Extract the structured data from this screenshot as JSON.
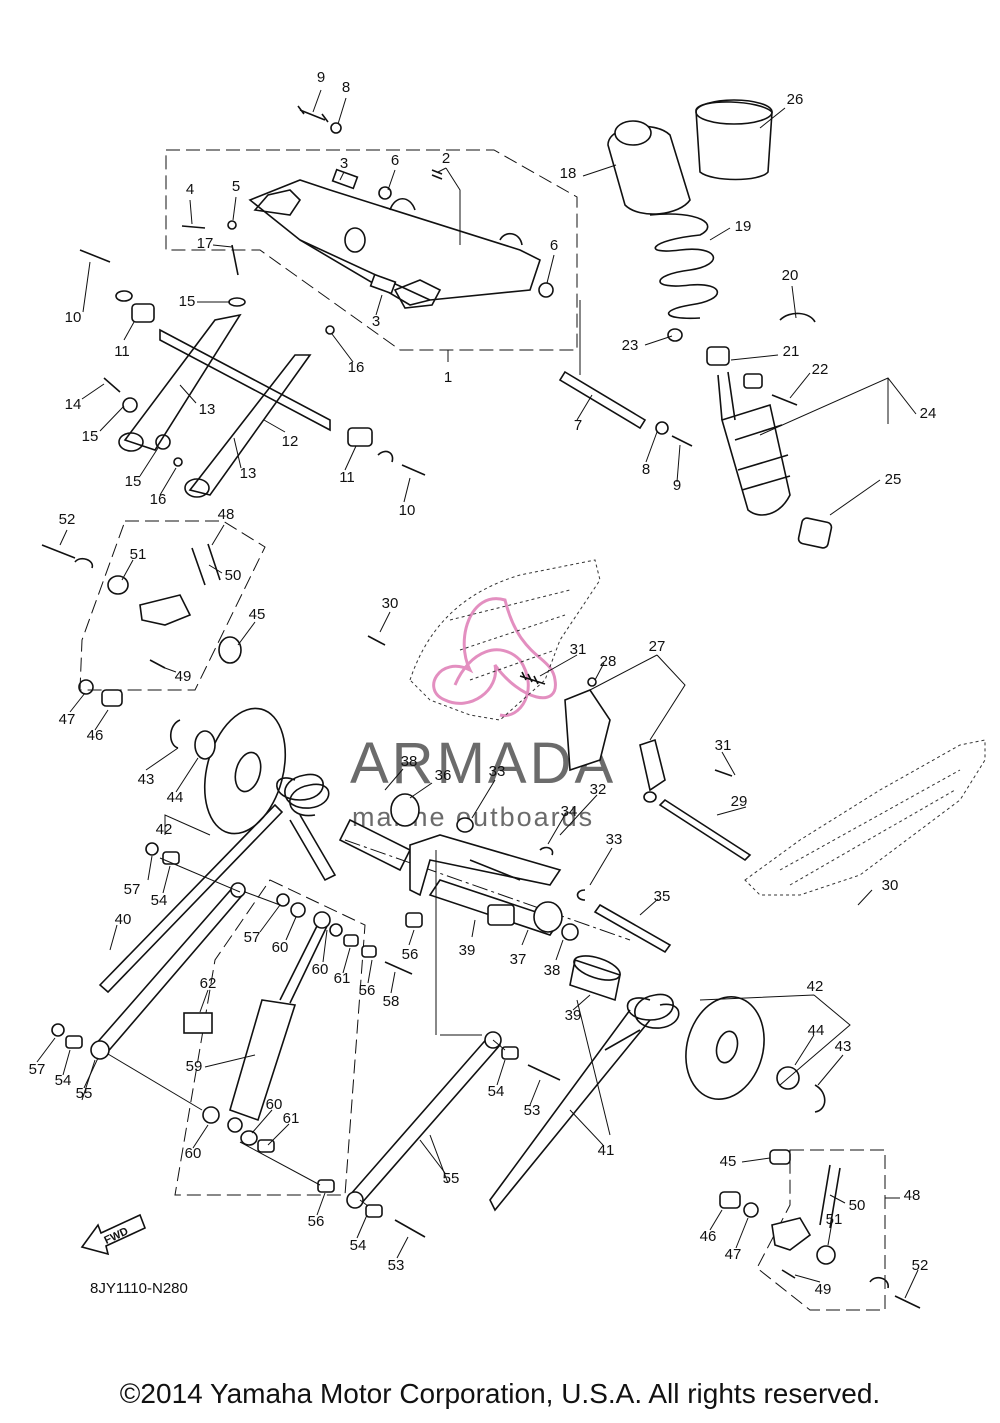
{
  "diagram": {
    "code": "8JY1110-N280",
    "copyright": "©2014 Yamaha Motor Corporation, U.S.A. All rights reserved.",
    "fwd_label": "FWD"
  },
  "watermark": {
    "brand": "ARMADA",
    "tagline": "marine outboards",
    "logo_color": "#e38fc0",
    "text_color": "#6b6b6b"
  },
  "callouts": [
    "9",
    "8",
    "3",
    "6",
    "2",
    "26",
    "18",
    "4",
    "5",
    "19",
    "17",
    "10",
    "15",
    "6",
    "20",
    "3",
    "1",
    "16",
    "11",
    "23",
    "21",
    "22",
    "14",
    "13",
    "7",
    "24",
    "15",
    "12",
    "13",
    "8",
    "9",
    "11",
    "15",
    "16",
    "10",
    "25",
    "52",
    "48",
    "51",
    "50",
    "45",
    "30",
    "31",
    "28",
    "27",
    "49",
    "47",
    "46",
    "31",
    "43",
    "44",
    "38",
    "36",
    "33",
    "32",
    "42",
    "34",
    "29",
    "33",
    "57",
    "54",
    "35",
    "30",
    "40",
    "57",
    "60",
    "56",
    "39",
    "37",
    "38",
    "60",
    "61",
    "56",
    "58",
    "62",
    "42",
    "44",
    "39",
    "59",
    "43",
    "57",
    "54",
    "54",
    "55",
    "53",
    "60",
    "61",
    "41",
    "45",
    "48",
    "50",
    "60",
    "55",
    "51",
    "56",
    "46",
    "47",
    "52",
    "54",
    "53",
    "49"
  ]
}
